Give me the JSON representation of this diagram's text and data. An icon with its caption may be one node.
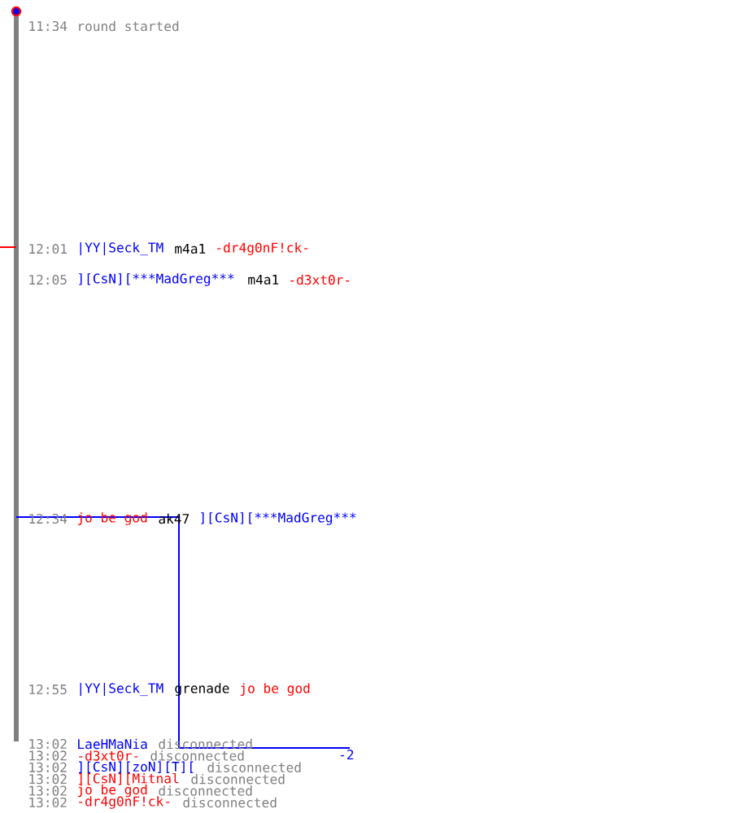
{
  "diagram": {
    "labels": [
      "11:34",
      "round started",
      "12:01",
      "|YY|Seck_TM",
      "m4a1",
      "-dr4g0nF!ck-",
      "12:05",
      "][CsN][***MadGreg***",
      "m4a1",
      "-d3xt0r-",
      "12:34",
      "jo be god",
      "ak47",
      "][CsN][***MadGreg***",
      "12:55",
      "|YY|Seck_TM",
      "grenade",
      "jo be god",
      "-2",
      "13:02",
      "LaeHMaNia",
      "disconnected",
      "13:02",
      "-d3xt0r-",
      "disconnected",
      "13:02",
      "][CsN][zoN][T][",
      "disconnected",
      "13:02",
      "][CsN][Mitnal",
      "disconnected",
      "13:02",
      "jo be god",
      "disconnected",
      "13:02",
      "-dr4g0nF!ck-",
      "disconnected"
    ]
  }
}
